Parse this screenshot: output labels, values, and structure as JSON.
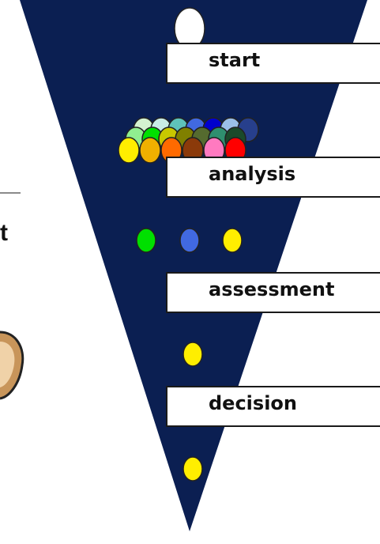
{
  "funnel_color": "#0b1f52",
  "side_text": {
    "letter": "t"
  },
  "stages": [
    {
      "label": "start"
    },
    {
      "label": "analysis"
    },
    {
      "label": "assessment"
    },
    {
      "label": "decision"
    }
  ],
  "balls": {
    "start": [
      "#ffffff"
    ],
    "analysis_back": [
      "#d4f2d0",
      "#c9ece6",
      "#5ec2bb",
      "#4169e1",
      "#0000cd",
      "#9bbfe8",
      "#273f8c"
    ],
    "analysis_mid": [
      "#90ee90",
      "#00e000",
      "#c8c800",
      "#808000",
      "#556b2f",
      "#2f8f6f",
      "#1a4a2a"
    ],
    "analysis_front": [
      "#ffee00",
      "#f0b000",
      "#ff6a00",
      "#8b3a0a",
      "#ff7ac0",
      "#ff0000"
    ],
    "analysis_to_assessment": [
      "#00e000",
      "#4169e1",
      "#ffee00"
    ],
    "assessment_to_decision": [
      "#ffee00"
    ],
    "output": [
      "#ffee00"
    ]
  }
}
